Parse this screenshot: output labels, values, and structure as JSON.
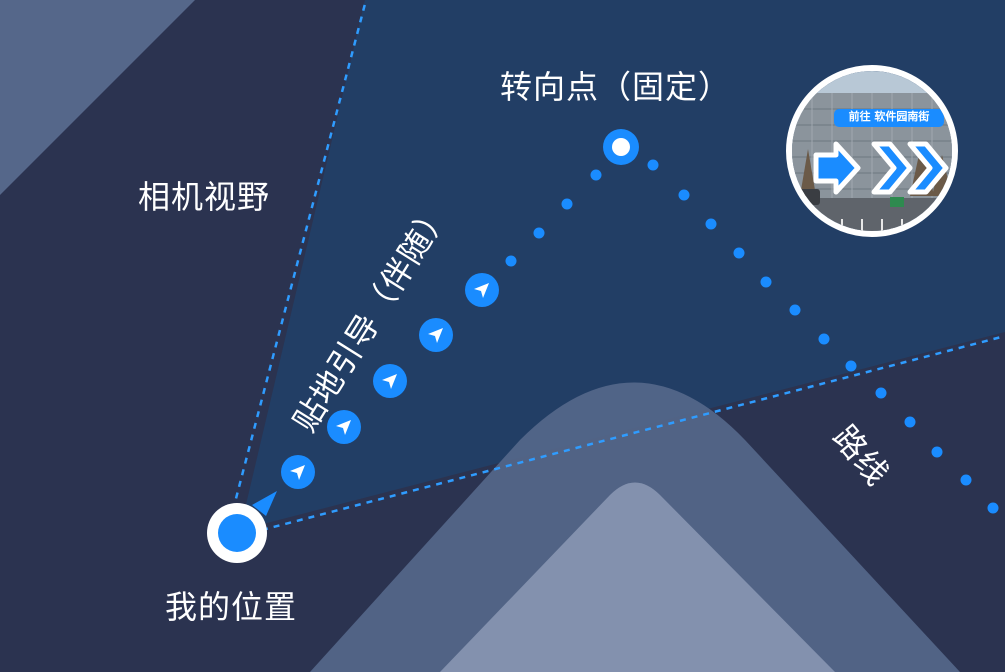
{
  "labels": {
    "camera_view": "相机视野",
    "turn_point": "转向点（固定）",
    "ground_guidance": "贴地引导（伴随）",
    "route": "路线",
    "my_position": "我的位置"
  },
  "inset": {
    "sign_text": "前往 软件园南街"
  },
  "colors": {
    "background": "#2b3350",
    "camera_view": "#223e65",
    "accent": "#1a8cff",
    "dashed_line": "#2f9cff",
    "mountain_back": "#55678a",
    "mountain_front": "#8391ae",
    "corner_light": "#55678a"
  }
}
